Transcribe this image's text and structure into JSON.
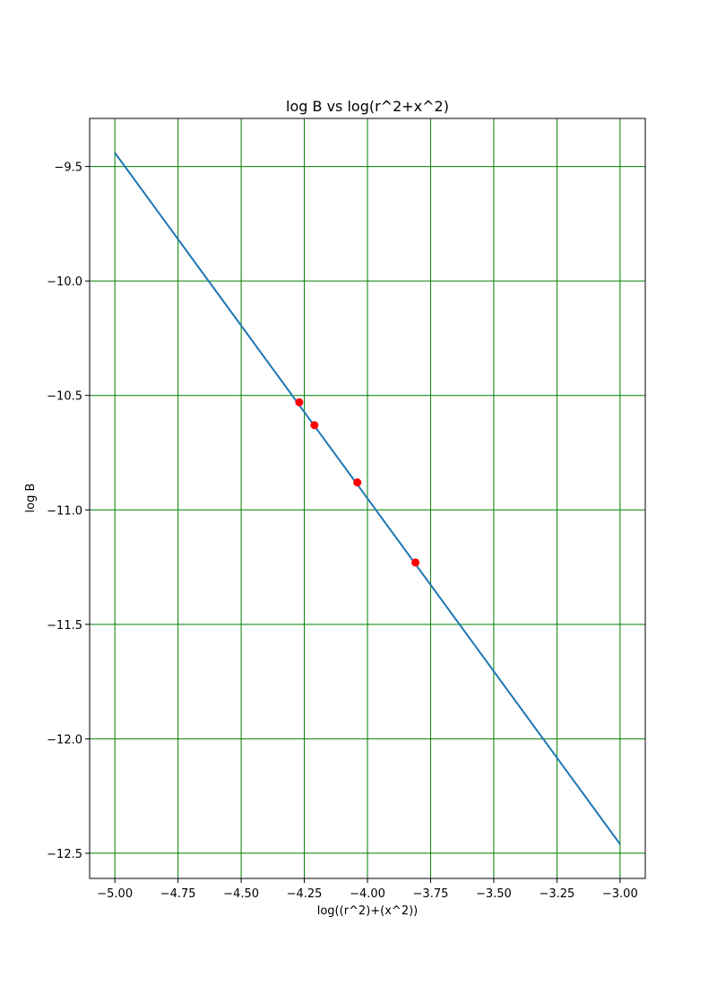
{
  "chart_data": {
    "type": "scatter",
    "title": "log B vs log(r^2+x^2)",
    "xlabel": "log((r^2)+(x^2))",
    "ylabel": "log B",
    "xlim": [
      -5.1,
      -2.9
    ],
    "ylim": [
      -12.61,
      -9.29
    ],
    "grid": true,
    "grid_color": "#008000",
    "x_ticks": [
      -5.0,
      -4.75,
      -4.5,
      -4.25,
      -4.0,
      -3.75,
      -3.5,
      -3.25,
      -3.0
    ],
    "x_tick_labels": [
      "−5.00",
      "−4.75",
      "−4.50",
      "−4.25",
      "−4.00",
      "−3.75",
      "−3.50",
      "−3.25",
      "−3.00"
    ],
    "y_ticks": [
      -9.5,
      -10.0,
      -10.5,
      -11.0,
      -11.5,
      -12.0,
      -12.5
    ],
    "y_tick_labels": [
      "−9.5",
      "−10.0",
      "−10.5",
      "−11.0",
      "−11.5",
      "−12.0",
      "−12.5"
    ],
    "series": [
      {
        "kind": "line",
        "color": "#1f77b4",
        "x": [
          -5.0,
          -3.0
        ],
        "y": [
          -9.44,
          -12.46
        ]
      },
      {
        "kind": "points",
        "color": "#ff0000",
        "x": [
          -4.27,
          -4.21,
          -4.04,
          -3.81
        ],
        "y": [
          -10.53,
          -10.63,
          -10.88,
          -11.23
        ]
      }
    ]
  }
}
